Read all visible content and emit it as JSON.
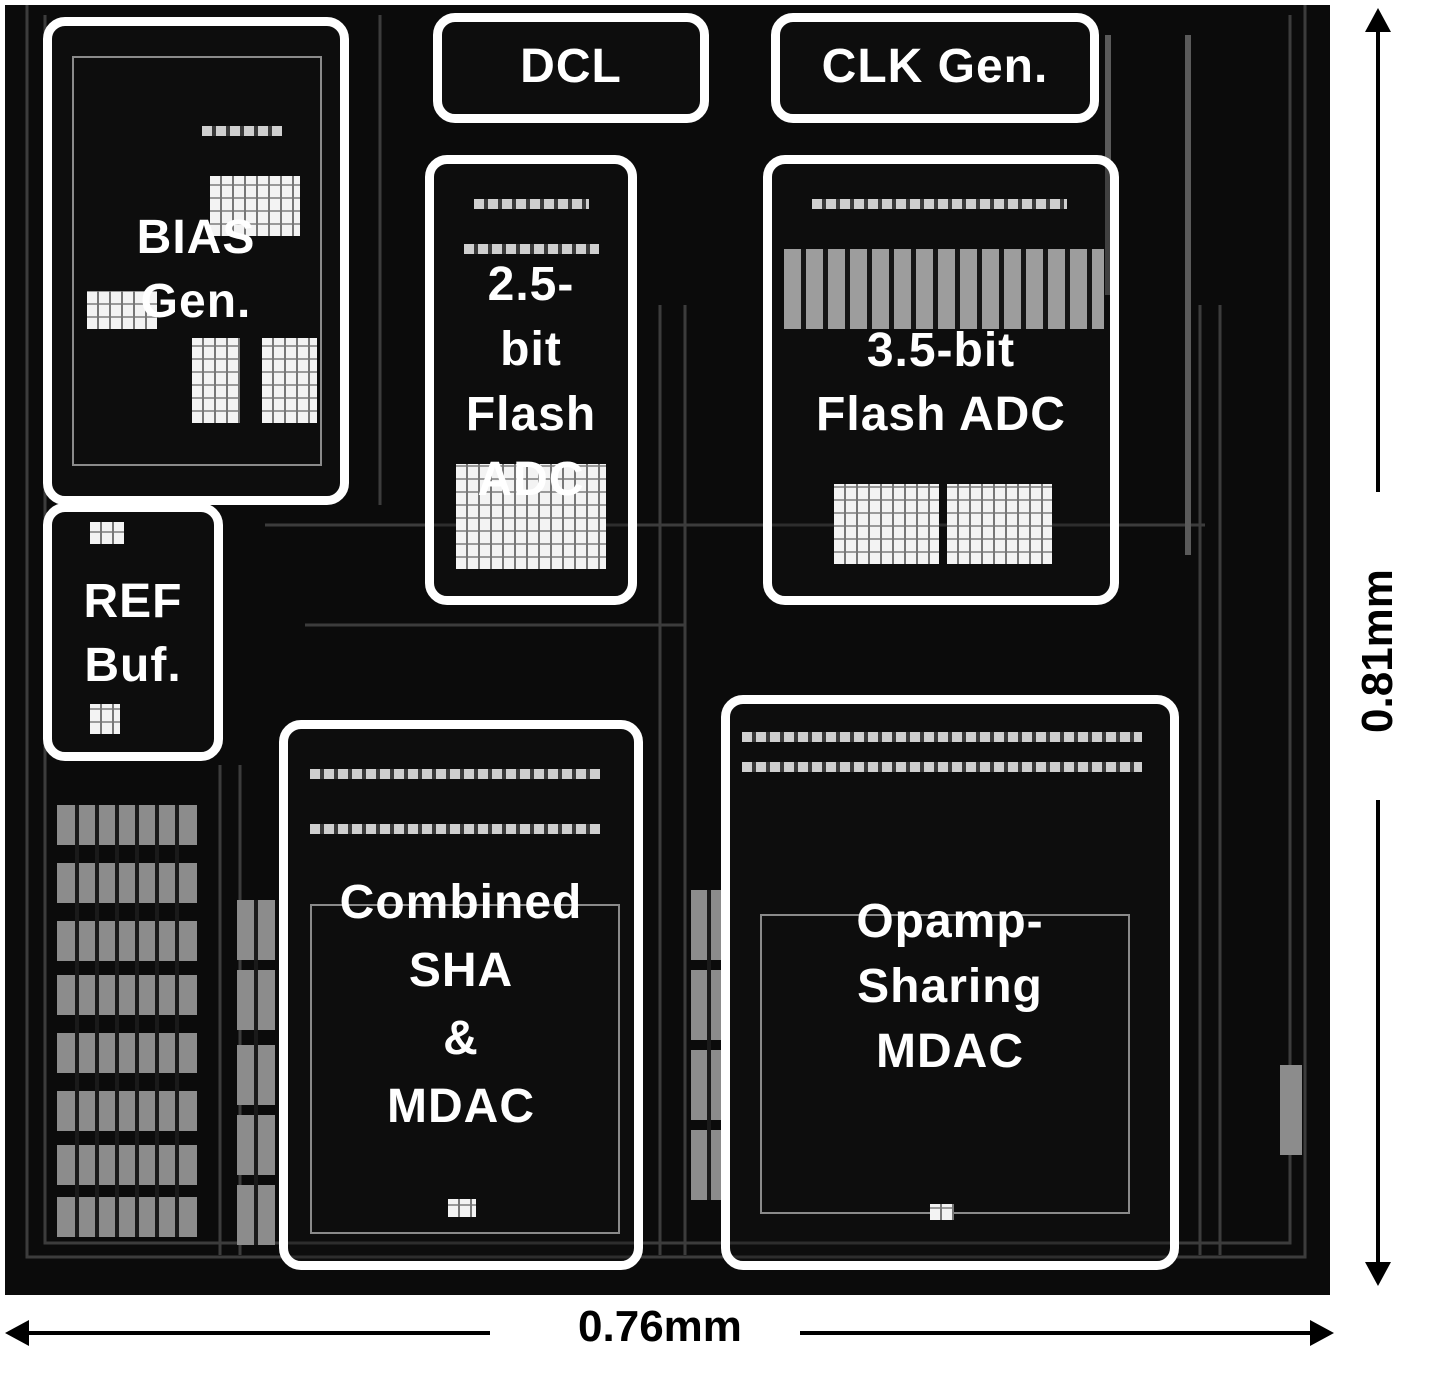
{
  "blocks": {
    "bias": "BIAS\nGen.",
    "dcl": "DCL",
    "clk": "CLK Gen.",
    "flash25": "2.5-\nbit\nFlash\nADC",
    "flash35": "3.5-bit\nFlash ADC",
    "ref": "REF\nBuf.",
    "sha": "Combined\nSHA\n&\nMDAC",
    "mdac": "Opamp-\nSharing\nMDAC"
  },
  "dimensions": {
    "width": "0.76mm",
    "height": "0.81mm"
  },
  "colors": {
    "die": "#0b0b0b",
    "outline": "#ffffff",
    "annotation": "#000000"
  }
}
